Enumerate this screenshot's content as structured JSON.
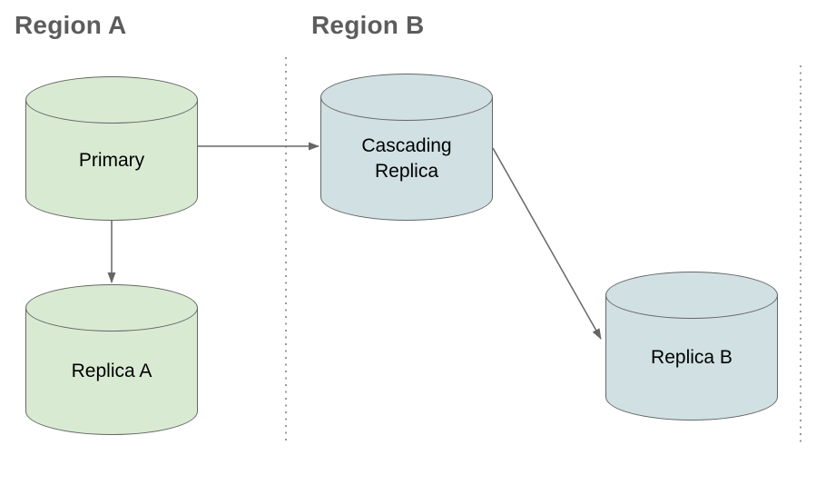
{
  "diagram": {
    "type": "database-replication-topology",
    "regions": [
      {
        "id": "region-a",
        "label": "Region A"
      },
      {
        "id": "region-b",
        "label": "Region B"
      }
    ],
    "nodes": [
      {
        "id": "primary",
        "label": "Primary",
        "shape": "database-cylinder",
        "region": "Region A",
        "fill": "#d9ead3"
      },
      {
        "id": "replica-a",
        "label": "Replica A",
        "shape": "database-cylinder",
        "region": "Region A",
        "fill": "#d9ead3"
      },
      {
        "id": "cascading-replica",
        "label": "Cascading Replica",
        "shape": "database-cylinder",
        "region": "Region B",
        "fill": "#d0e0e3"
      },
      {
        "id": "replica-b",
        "label": "Replica B",
        "shape": "database-cylinder",
        "region": "Region B",
        "fill": "#d0e0e3"
      }
    ],
    "edges": [
      {
        "from": "Primary",
        "to": "Cascading Replica",
        "style": "solid-arrow"
      },
      {
        "from": "Primary",
        "to": "Replica A",
        "style": "solid-arrow"
      },
      {
        "from": "Cascading Replica",
        "to": "Replica B",
        "style": "solid-arrow"
      }
    ],
    "colors": {
      "background": "#ffffff",
      "region_title": "#5c5c5c",
      "node_stroke": "#666666",
      "edge": "#666666",
      "boundary": "#808080",
      "green_fill": "#d9ead3",
      "blue_fill": "#d0e0e3",
      "label_text": "#000000"
    }
  }
}
